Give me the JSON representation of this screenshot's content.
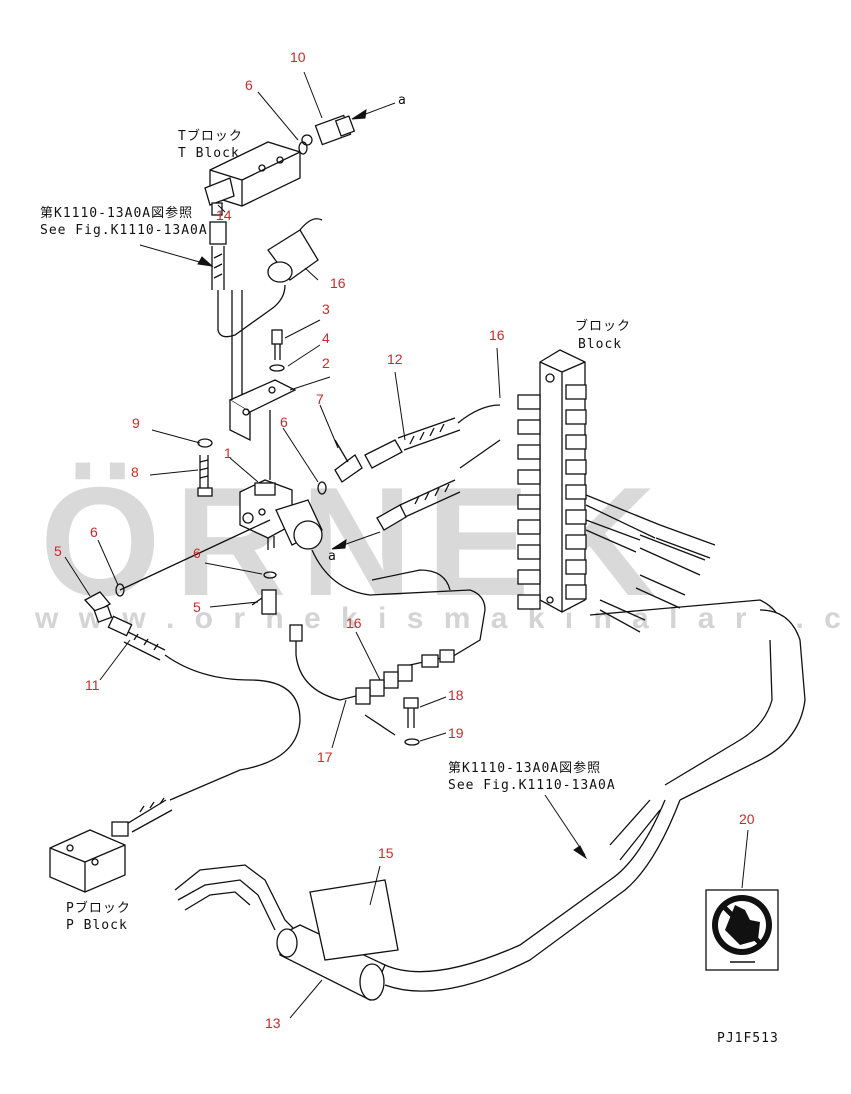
{
  "watermark": {
    "brand": "ÖRNEK",
    "url": "w w w . o r n e k i s m a k i n a l a r i . c o m . t r"
  },
  "drawing_code": "PJ1F513",
  "labels": {
    "t_block_jp": "Tブロック",
    "t_block_en": "T Block",
    "block_jp": "ブロック",
    "block_en": "Block",
    "p_block_jp": "Pブロック",
    "p_block_en": "P Block",
    "ref_top_jp": "第K1110-13A0A図参照",
    "ref_top_en": "See Fig.K1110-13A0A",
    "ref_bottom_jp": "第K1110-13A0A図参照",
    "ref_bottom_en": "See Fig.K1110-13A0A",
    "conn_a_top": "a",
    "conn_a_mid": "a"
  },
  "callouts": [
    {
      "id": "c10",
      "text": "10"
    },
    {
      "id": "c6a",
      "text": "6"
    },
    {
      "id": "c14",
      "text": "14"
    },
    {
      "id": "c16a",
      "text": "16"
    },
    {
      "id": "c3",
      "text": "3"
    },
    {
      "id": "c4",
      "text": "4"
    },
    {
      "id": "c2",
      "text": "2"
    },
    {
      "id": "c12",
      "text": "12"
    },
    {
      "id": "c16b",
      "text": "16"
    },
    {
      "id": "c7",
      "text": "7"
    },
    {
      "id": "c6b",
      "text": "6"
    },
    {
      "id": "c9",
      "text": "9"
    },
    {
      "id": "c1",
      "text": "1"
    },
    {
      "id": "c8",
      "text": "8"
    },
    {
      "id": "c5a",
      "text": "5"
    },
    {
      "id": "c6c",
      "text": "6"
    },
    {
      "id": "c6d",
      "text": "6"
    },
    {
      "id": "c5b",
      "text": "5"
    },
    {
      "id": "c16c",
      "text": "16"
    },
    {
      "id": "c11",
      "text": "11"
    },
    {
      "id": "c18",
      "text": "18"
    },
    {
      "id": "c19",
      "text": "19"
    },
    {
      "id": "c17",
      "text": "17"
    },
    {
      "id": "c20",
      "text": "20"
    },
    {
      "id": "c15",
      "text": "15"
    },
    {
      "id": "c13",
      "text": "13"
    }
  ]
}
